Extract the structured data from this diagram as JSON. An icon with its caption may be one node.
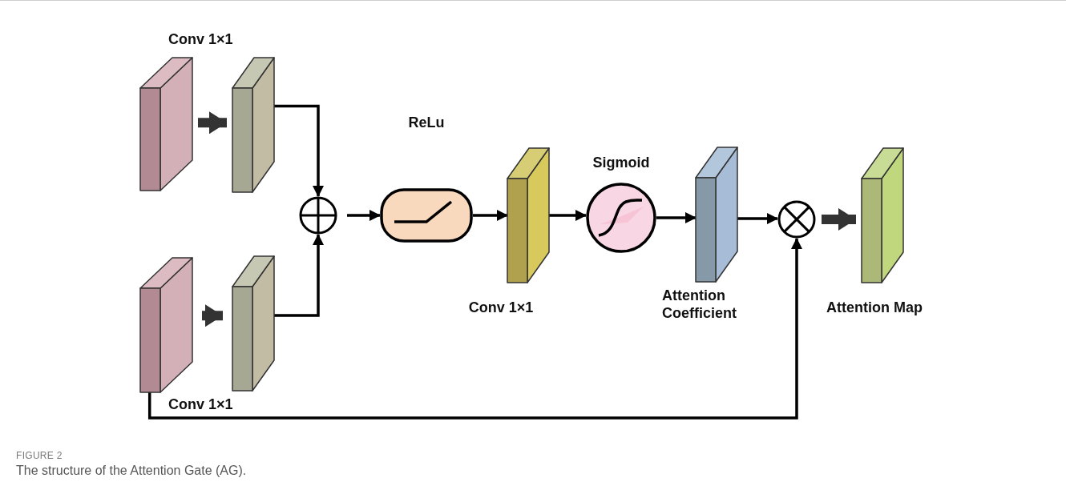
{
  "diagram": {
    "caption": "The structure of the Attention Gate (AG).",
    "nodes": [
      {
        "text": [],
        "shape": "box"
      },
      {
        "text": [],
        "shape": "box"
      },
      {
        "text": [],
        "shape": "box"
      },
      {
        "text": [],
        "shape": "box"
      },
      {
        "text": [],
        "shape": "circle"
      },
      {
        "text": [
          "ReLu"
        ]
      },
      {
        "text": [
          "Conv 1×1"
        ]
      },
      {
        "text": [
          "Sigmoid"
        ]
      },
      {
        "text": [
          "Attention Coefficient"
        ]
      },
      {
        "text": [],
        "shape": "circle"
      },
      {
        "text": [
          "Attention Map"
        ]
      }
    ],
    "edges": [
      {
        "from": 0,
        "to": 1,
        "arrow": "to",
        "style": "thick"
      },
      {
        "from": 2,
        "to": 3,
        "arrow": "to",
        "style": "thick"
      },
      {
        "from": 1,
        "to": 4,
        "arrow": "to"
      },
      {
        "from": 3,
        "to": 4,
        "arrow": "to"
      },
      {
        "from": 4,
        "to": 5,
        "arrow": "to"
      },
      {
        "from": 5,
        "to": 6,
        "arrow": "to"
      },
      {
        "from": 6,
        "to": 7,
        "arrow": "to"
      },
      {
        "from": 7,
        "to": 8,
        "arrow": "to"
      },
      {
        "from": 8,
        "to": 9,
        "arrow": "to"
      },
      {
        "from": 2,
        "to": 9,
        "arrow": "to"
      },
      {
        "from": 9,
        "to": 10,
        "arrow": "to",
        "style": "thick"
      }
    ],
    "labels": [
      "Conv 1×1",
      "Conv 1×1",
      "FIGURE 2"
    ]
  }
}
